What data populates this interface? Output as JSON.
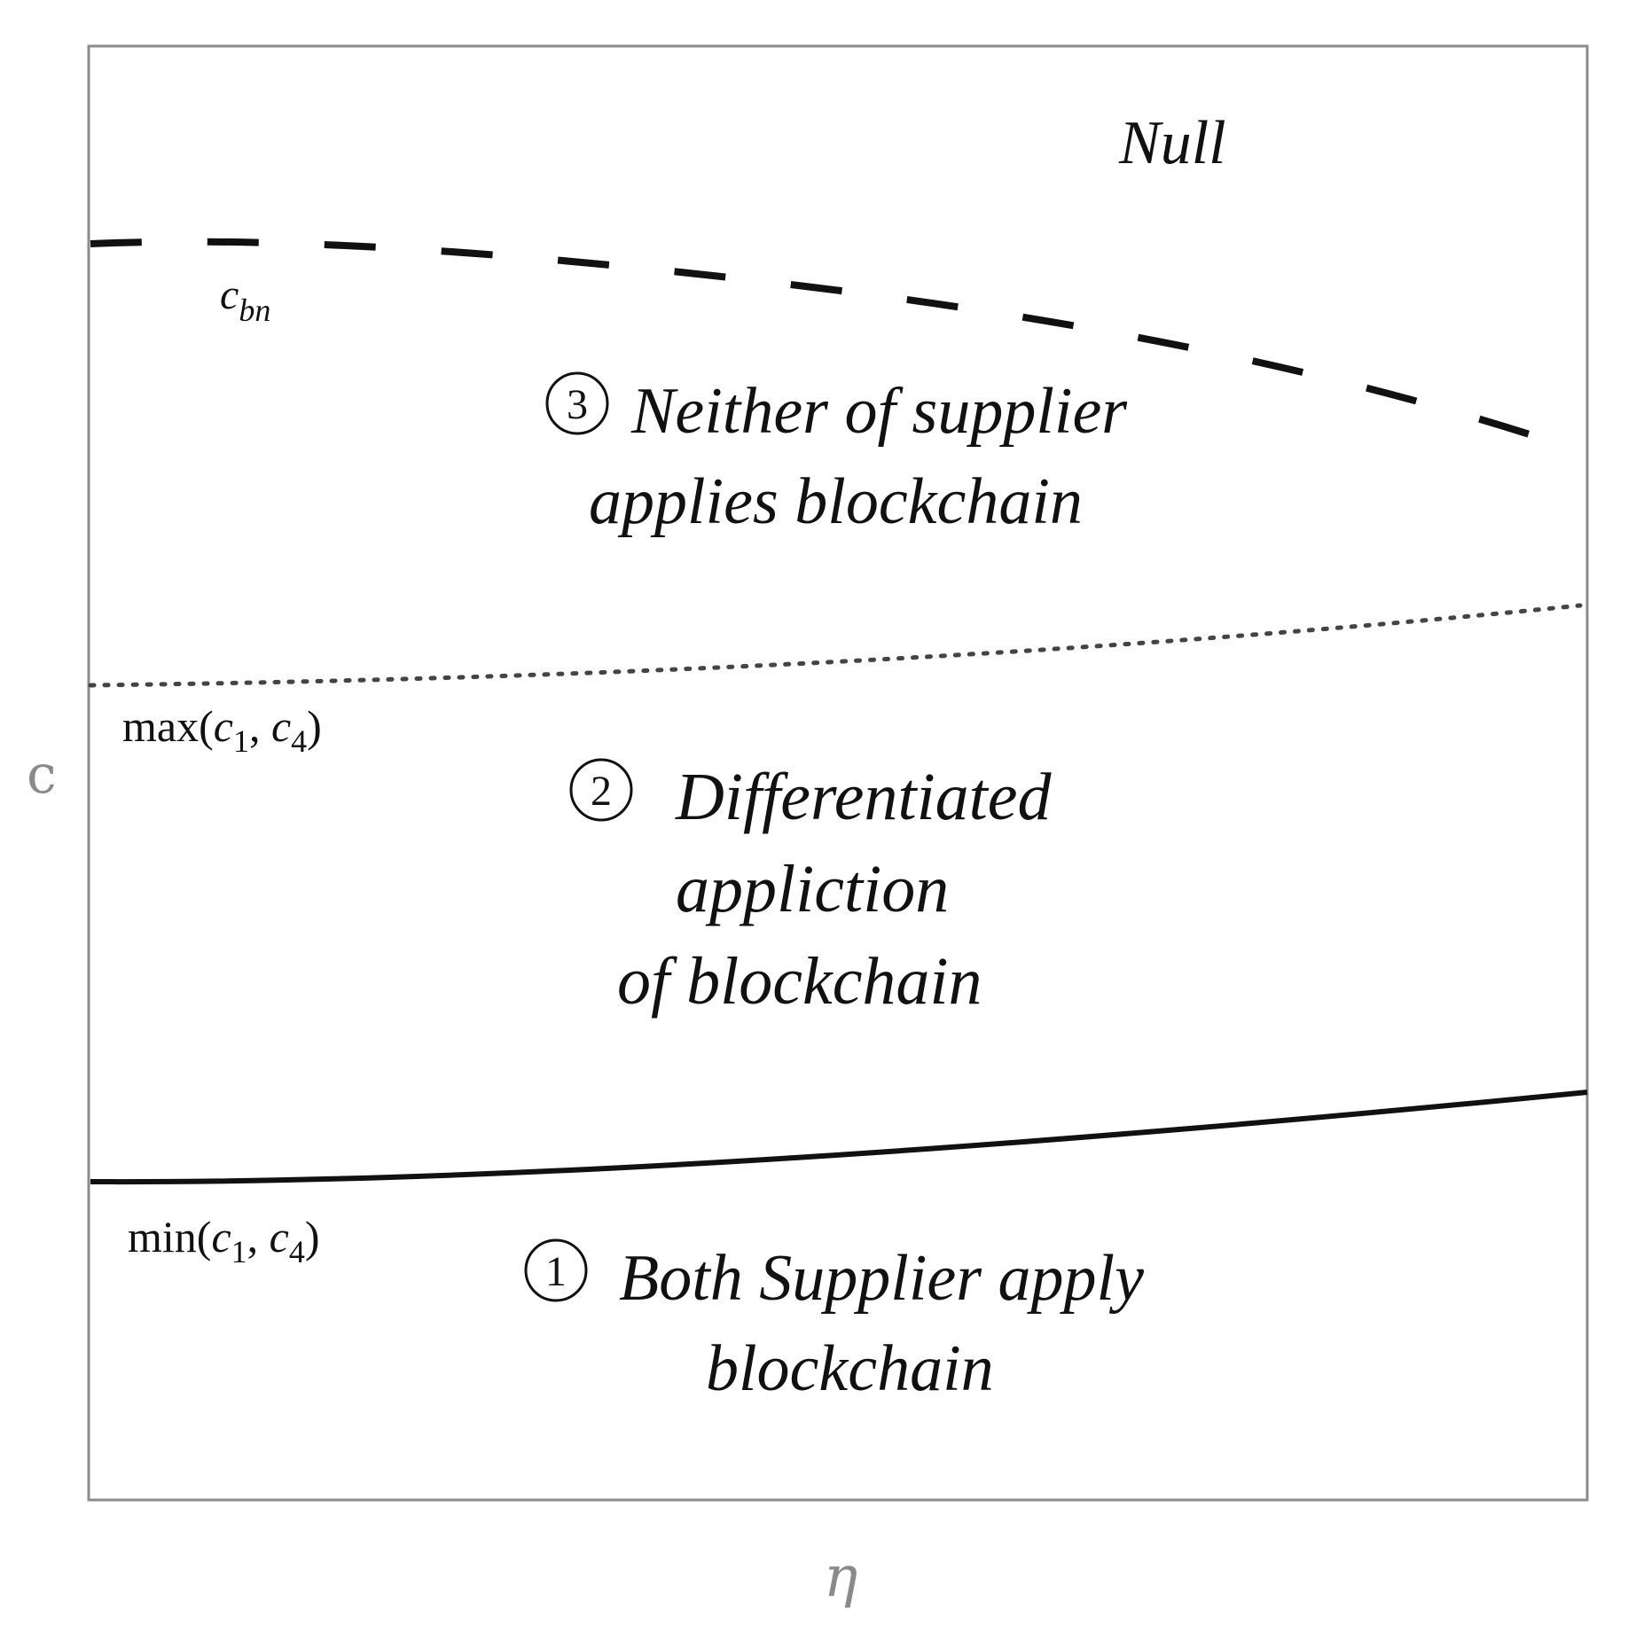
{
  "axes": {
    "x_label": "η",
    "y_label": "c"
  },
  "curves": {
    "upper": {
      "label_main": "c",
      "label_sub": "bn",
      "style": "dashed"
    },
    "middle": {
      "label_prefix": "max(",
      "label_c1": "c",
      "label_c1_sub": "1",
      "label_sep": ", ",
      "label_c4": "c",
      "label_c4_sub": "4",
      "label_suffix": ")",
      "style": "dotted"
    },
    "lower": {
      "label_prefix": "min(",
      "label_c1": "c",
      "label_c1_sub": "1",
      "label_sep": ", ",
      "label_c4": "c",
      "label_c4_sub": "4",
      "label_suffix": ")",
      "style": "solid"
    }
  },
  "regions": {
    "null": {
      "text": "Null"
    },
    "region3": {
      "marker": "3",
      "line1": "Neither of supplier",
      "line2": "applies blockchain"
    },
    "region2": {
      "marker": "2",
      "line1": "Differentiated",
      "line2": "appliction",
      "line3": "of blockchain"
    },
    "region1": {
      "marker": "1",
      "line1": "Both Supplier apply",
      "line2": "blockchain"
    }
  },
  "colors": {
    "frame": "#8c8c8c",
    "curve": "#111111",
    "axis_label": "#8a8a8a"
  }
}
